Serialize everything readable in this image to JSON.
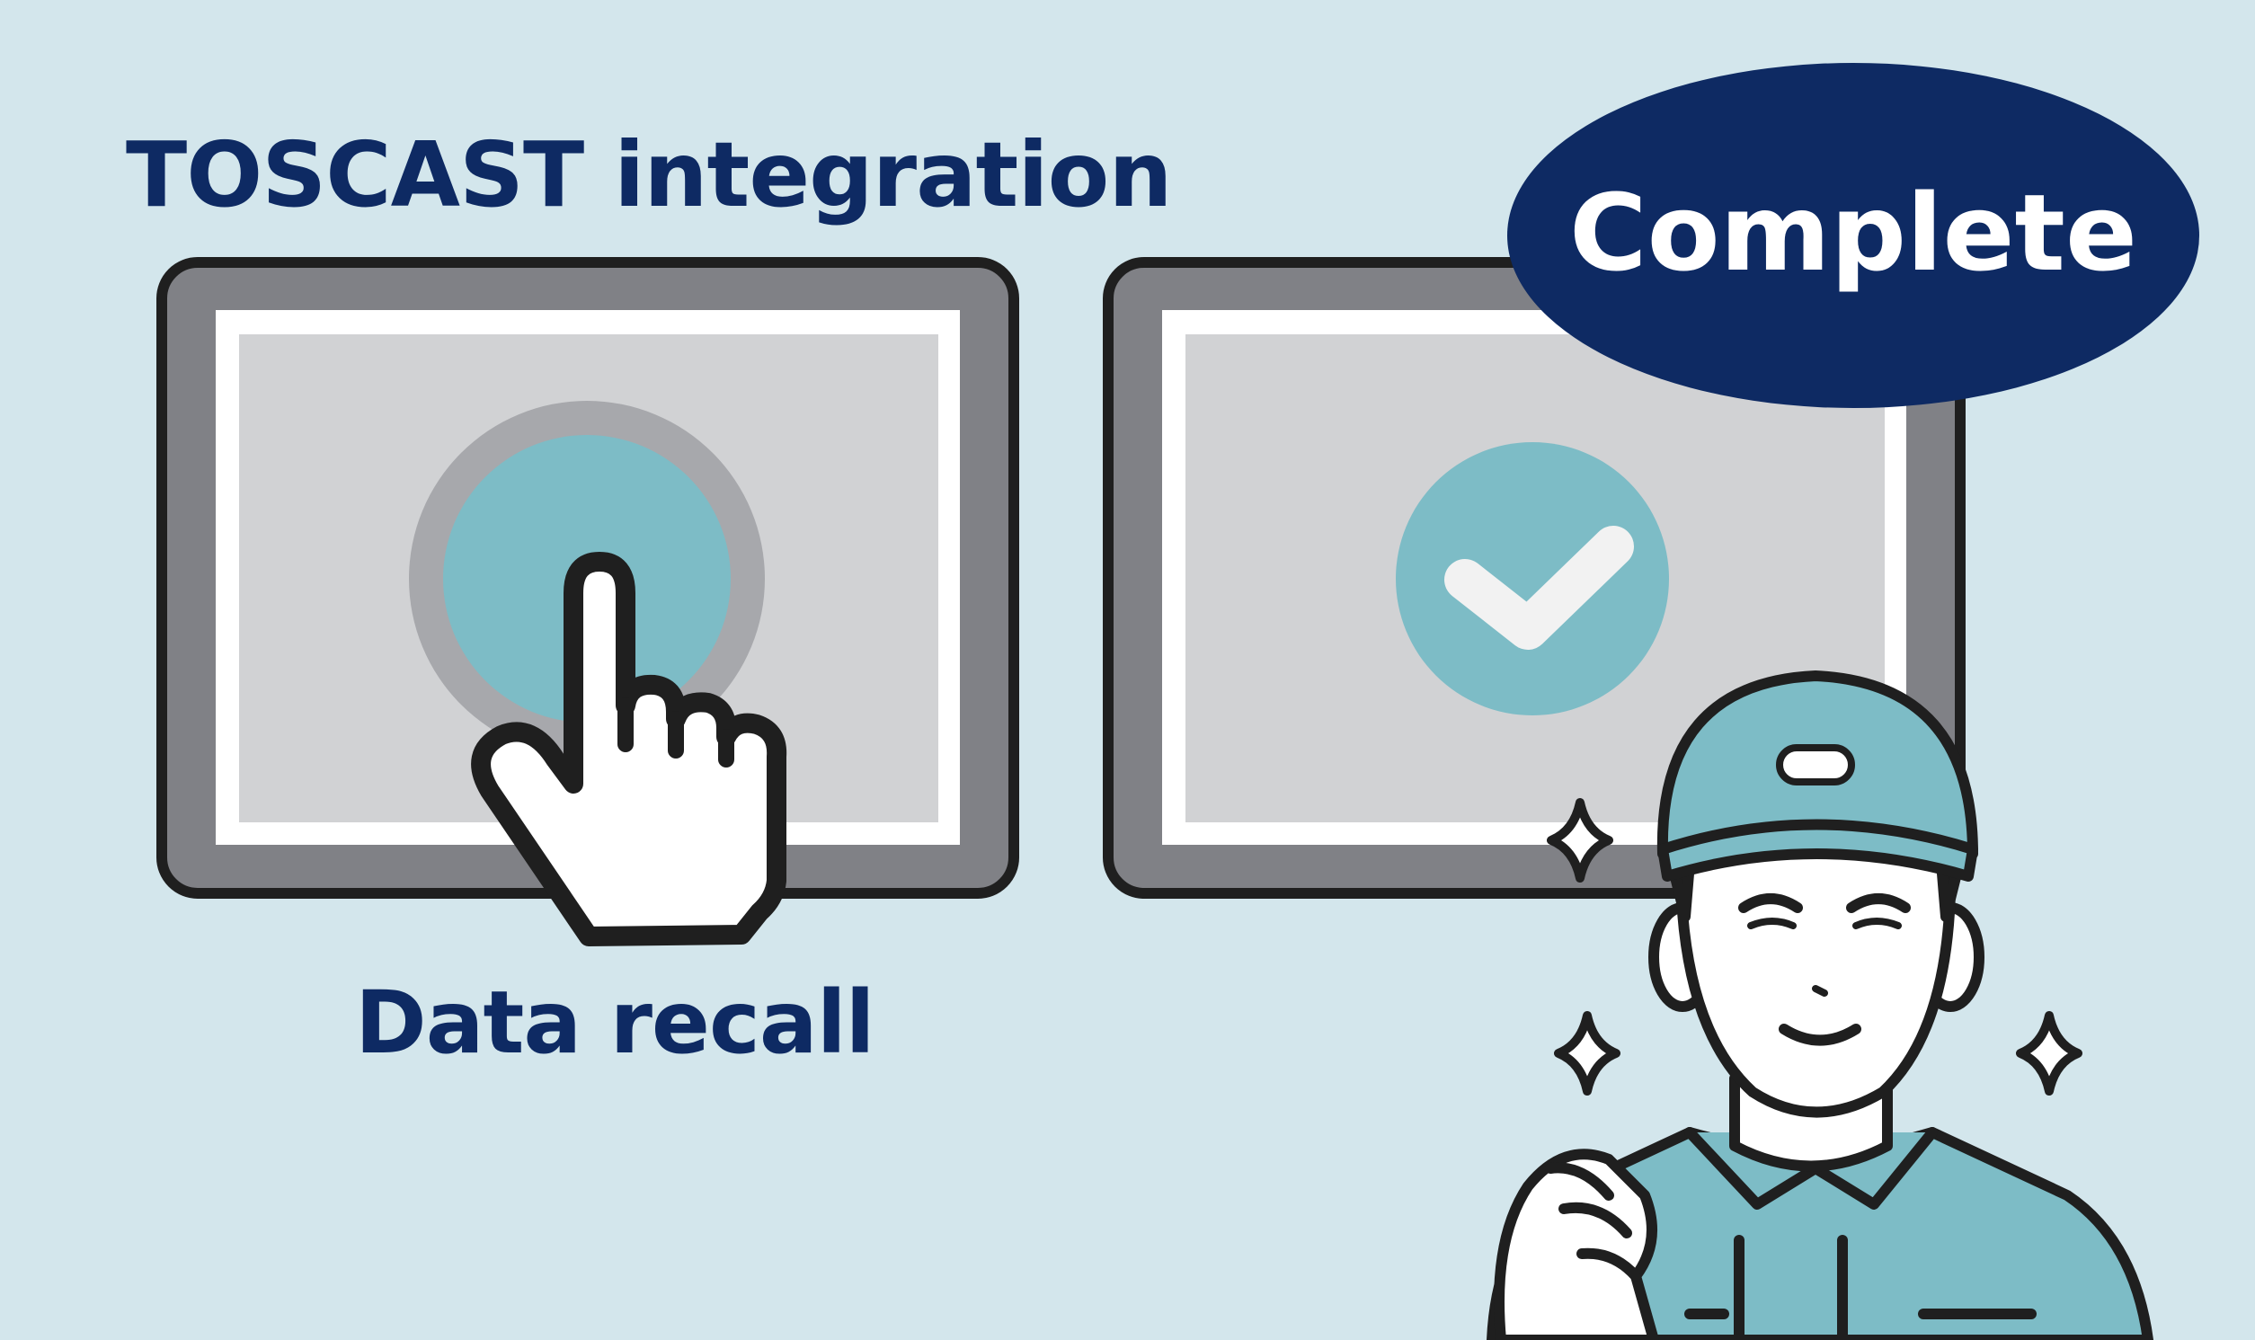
{
  "title": "TOSCAST integration",
  "left_screen": {
    "caption": "Data recall",
    "icon": "tap-hand-icon"
  },
  "right_screen": {
    "badge": "Complete",
    "icon": "checkmark-icon"
  },
  "character": "smiling-worker-icon",
  "colors": {
    "background": "#d3e6ec",
    "navy": "#0e2a63",
    "teal": "#7dbcc6",
    "frame": "#808186",
    "screen": "#d1d2d4"
  }
}
